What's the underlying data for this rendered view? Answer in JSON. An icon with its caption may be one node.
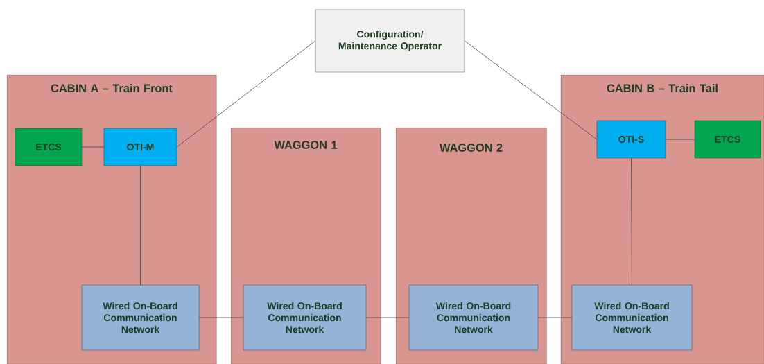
{
  "diagram": {
    "nodes": [
      {
        "text": [
          "Configuration/ Maintenance Operator"
        ]
      },
      {
        "text": [
          "CABIN A – Train Front"
        ]
      },
      {
        "text": [
          "ETCS"
        ],
        "in": 1
      },
      {
        "text": [
          "OTI-M"
        ],
        "in": 1
      },
      {
        "text": [
          "Wired On-Board Communication Network"
        ],
        "in": 1
      },
      {
        "text": [
          "WAGGON 1"
        ]
      },
      {
        "text": [
          "Wired On-Board Communication Network"
        ],
        "in": 5
      },
      {
        "text": [
          "WAGGON 2"
        ]
      },
      {
        "text": [
          "Wired On-Board Communication Network"
        ],
        "in": 7
      },
      {
        "text": [
          "CABIN B – Train Tail"
        ]
      },
      {
        "text": [
          "OTI-S"
        ],
        "in": 9
      },
      {
        "text": [
          "ETCS"
        ],
        "in": 9
      },
      {
        "text": [
          "Wired On-Board Communication Network"
        ],
        "in": 9
      }
    ],
    "edges": [
      {
        "from": 2,
        "to": 3,
        "arrow": "none"
      },
      {
        "from": 3,
        "to": 0,
        "arrow": "none"
      },
      {
        "from": 0,
        "to": 10,
        "arrow": "none"
      },
      {
        "from": 10,
        "to": 11,
        "arrow": "none"
      },
      {
        "from": 3,
        "to": 4,
        "arrow": "none"
      },
      {
        "from": 10,
        "to": 12,
        "arrow": "none"
      },
      {
        "from": 4,
        "to": 6,
        "arrow": "none"
      },
      {
        "from": 6,
        "to": 8,
        "arrow": "none"
      },
      {
        "from": 8,
        "to": 12,
        "arrow": "none"
      }
    ]
  }
}
